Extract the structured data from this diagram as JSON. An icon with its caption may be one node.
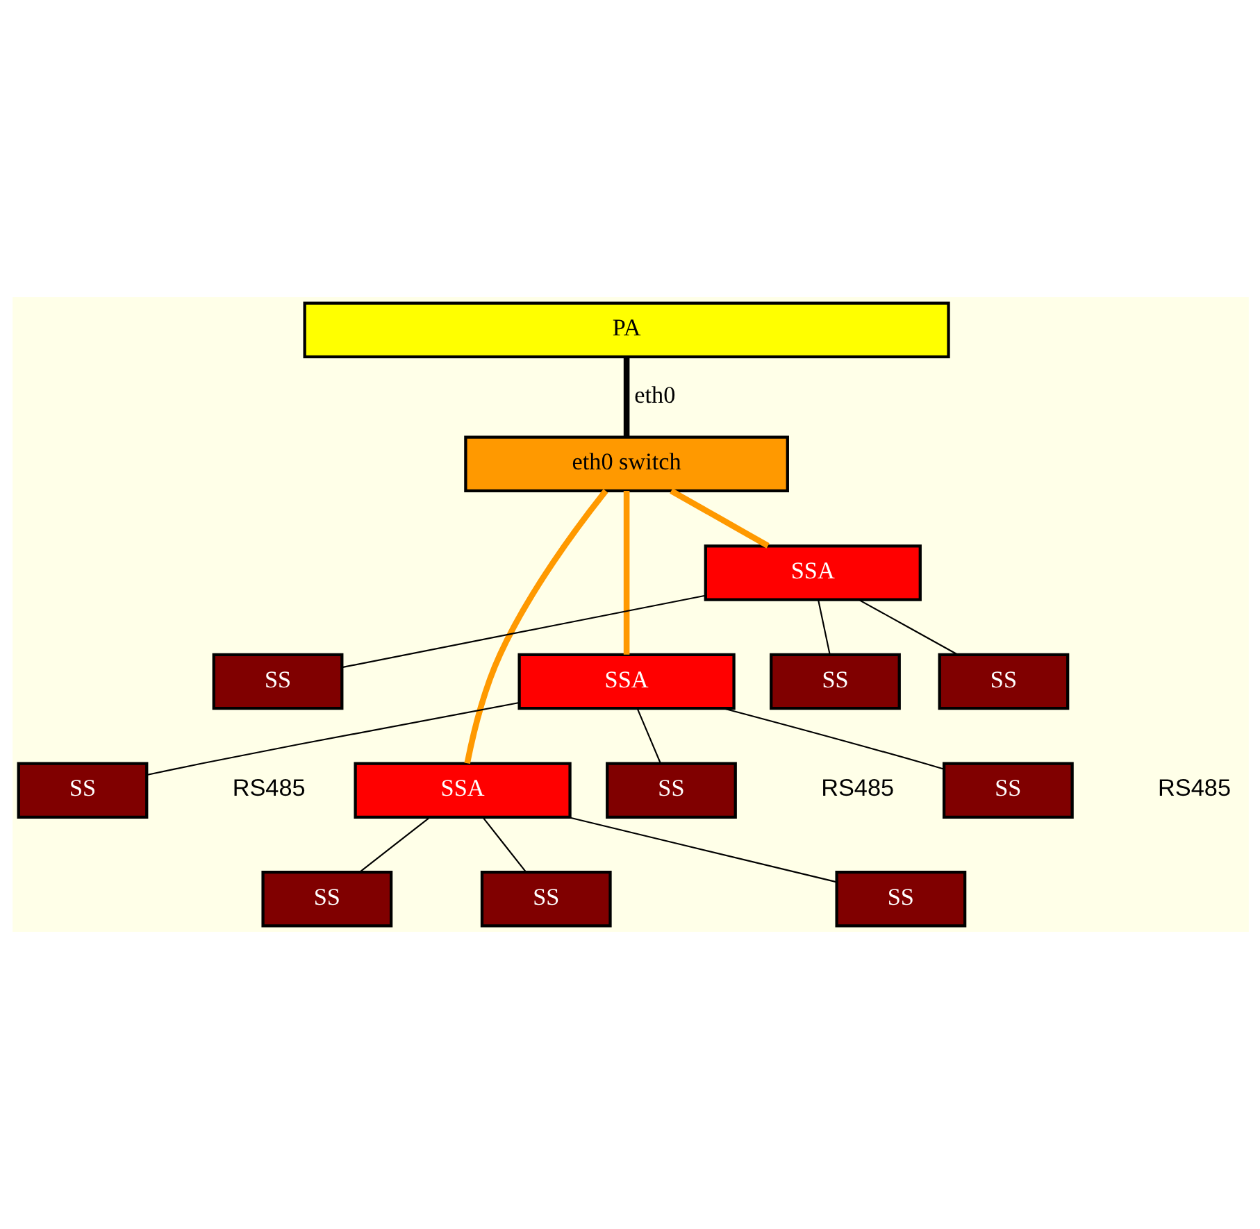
{
  "diagram": {
    "nodes": [
      {
        "text": [
          "PA"
        ]
      },
      {
        "text": [
          "eth0 switch"
        ]
      },
      {
        "text": [
          "SSA"
        ]
      },
      {
        "text": [
          "SSA"
        ]
      },
      {
        "text": [
          "SSA"
        ]
      },
      {
        "text": [
          "SS"
        ]
      },
      {
        "text": [
          "SS"
        ]
      },
      {
        "text": [
          "SS"
        ]
      },
      {
        "text": [
          "SS"
        ]
      },
      {
        "text": [
          "SS"
        ]
      },
      {
        "text": [
          "SS"
        ]
      },
      {
        "text": [
          "SS"
        ]
      },
      {
        "text": [
          "SS"
        ]
      },
      {
        "text": [
          "SS"
        ]
      }
    ],
    "edges": [
      {
        "from": 0,
        "to": 1,
        "arrow": "none",
        "label": "eth0",
        "style": "thick"
      },
      {
        "from": 1,
        "to": 2,
        "arrow": "none",
        "style": "thick",
        "color": "#ff9900"
      },
      {
        "from": 1,
        "to": 3,
        "arrow": "none",
        "style": "thick",
        "color": "#ff9900"
      },
      {
        "from": 1,
        "to": 4,
        "arrow": "none",
        "style": "thick",
        "color": "#ff9900"
      },
      {
        "from": 2,
        "to": 5,
        "arrow": "none"
      },
      {
        "from": 2,
        "to": 8,
        "arrow": "none"
      },
      {
        "from": 2,
        "to": 11,
        "arrow": "none"
      },
      {
        "from": 3,
        "to": 6,
        "arrow": "none"
      },
      {
        "from": 3,
        "to": 9,
        "arrow": "none"
      },
      {
        "from": 3,
        "to": 12,
        "arrow": "none"
      },
      {
        "from": 4,
        "to": 7,
        "arrow": "none"
      },
      {
        "from": 4,
        "to": 10,
        "arrow": "none"
      },
      {
        "from": 4,
        "to": 13,
        "arrow": "none"
      }
    ],
    "labels": [
      "RS485",
      "RS485",
      "RS485"
    ]
  }
}
